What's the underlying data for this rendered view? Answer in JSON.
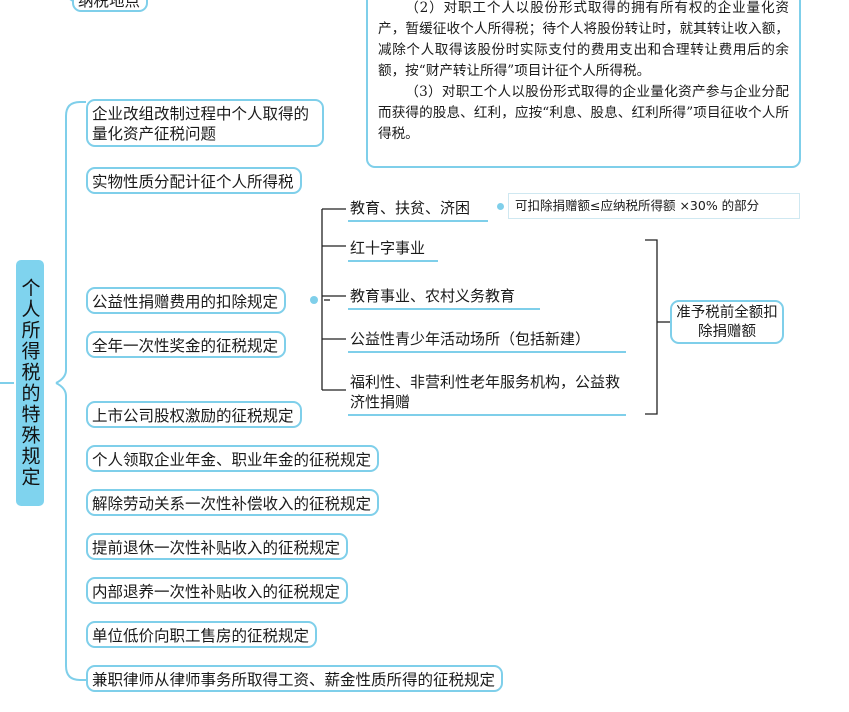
{
  "title": "个人所得税的特殊规定",
  "prev_item": "纳税地点",
  "note": {
    "paragraphs": [
      "（2）对职工个人以股份形式取得的拥有所有权的企业量化资产，暂缓征收个人所得税；待个人将股份转让时，就其转让收入额，减除个人取得该股份时实际支付的费用支出和合理转让费用后的余额，按“财产转让所得”项目计征个人所得税。",
      "（3）对职工个人以股份形式取得的企业量化资产参与企业分配而获得的股息、红利，应按“利息、股息、红利所得”项目征收个人所得税。"
    ]
  },
  "items": [
    "企业改组改制过程中个人取得的量化资产征税问题",
    "实物性质分配计征个人所得税",
    "公益性捐赠费用的扣除规定",
    "全年一次性奖金的征税规定",
    "上市公司股权激励的征税规定",
    "个人领取企业年金、职业年金的征税规定",
    "解除劳动关系一次性补偿收入的征税规定",
    "提前退休一次性补贴收入的征税规定",
    "内部退养一次性补贴收入的征税规定",
    "单位低价向职工售房的征税规定",
    "兼职律师从律师事务所取得工资、薪金性质所得的征税规定"
  ],
  "donation": {
    "branches": [
      "教育、扶贫、济困",
      "红十字事业",
      "教育事业、农村义务教育",
      "公益性青少年活动场所（包括新建）",
      "福利性、非营利性老年服务机构，公益救济性捐赠"
    ],
    "limit_note": "可扣除捐赠额≤应纳税所得额 ×30% 的部分",
    "full_deduction": "准予税前全额扣除捐赠额"
  },
  "colors": {
    "accent": "#7fcfea",
    "title_bg": "#7fd3ee"
  }
}
